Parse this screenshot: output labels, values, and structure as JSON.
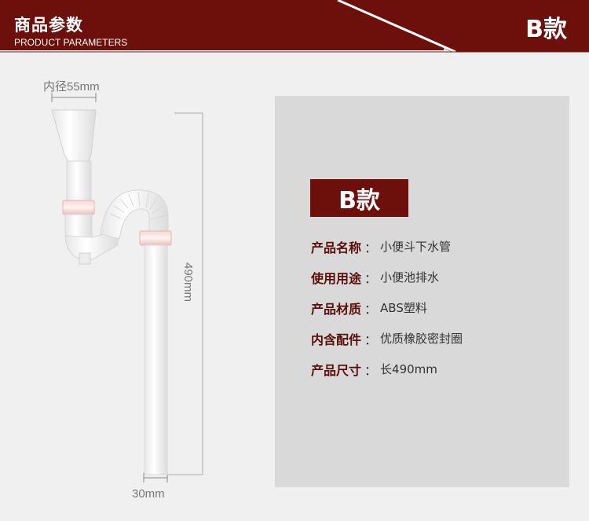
{
  "header": {
    "title": "商品参数",
    "subtitle": "PRODUCT PARAMETERS",
    "badge": "B款",
    "color_primary": "#6d0f0a"
  },
  "product_image": {
    "icon": "s-trap-drain-pipe-icon",
    "dimension_top": "内径55mm",
    "dimension_length": "490mm",
    "dimension_bottom": "30mm"
  },
  "spec_card": {
    "badge": "B款",
    "params": [
      {
        "key": "产品名称",
        "sep": "：",
        "value": "小便斗下水管"
      },
      {
        "key": "使用用途",
        "sep": "：",
        "value": "小便池排水"
      },
      {
        "key": "产品材质",
        "sep": "：",
        "value": "ABS塑料"
      },
      {
        "key": "内含配件",
        "sep": "：",
        "value": "优质橡胶密封圈"
      },
      {
        "key": "产品尺寸",
        "sep": "：",
        "value": "长490mm"
      }
    ]
  }
}
